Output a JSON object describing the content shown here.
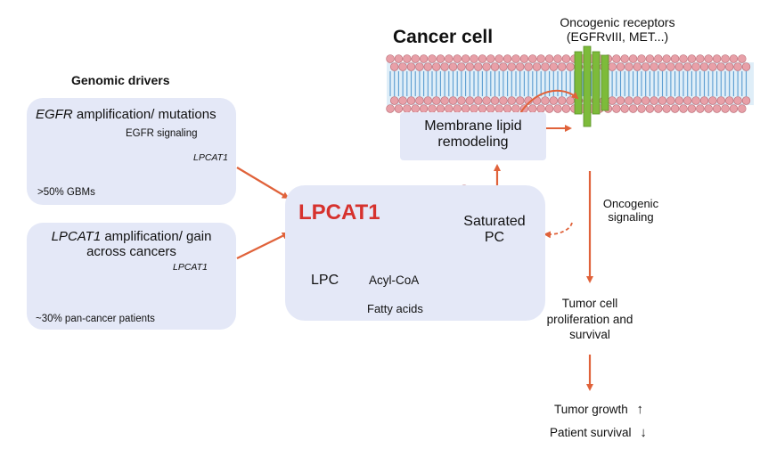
{
  "title": "Cancer cell",
  "receptors": {
    "line1": "Oncogenic receptors",
    "line2": "(EGFRvIII, MET...)"
  },
  "membrane_box": {
    "line1": "Membrane lipid",
    "line2": "remodeling"
  },
  "genomic_drivers": {
    "heading": "Genomic drivers",
    "egfr_box": {
      "gene": "EGFR",
      "title_rest": " amplification/ mutations",
      "signaling": "EGFR signaling",
      "target_gene": "LPCAT1",
      "stat": ">50% GBMs"
    },
    "lpcat1_box": {
      "gene": "LPCAT1",
      "title_rest": " amplification/ gain",
      "title_line2": "across cancers",
      "target_gene": "LPCAT1",
      "stat": "~30% pan-cancer patients"
    }
  },
  "central": {
    "enzyme": "LPCAT1",
    "substrate": "LPC",
    "cofactor": "Acyl-CoA",
    "source": "Fatty acids",
    "product_line1": "Saturated",
    "product_line2": "PC"
  },
  "signaling": {
    "line1": "Oncogenic",
    "line2": "signaling"
  },
  "outcome": {
    "line1": "Tumor cell",
    "line2": "proliferation and",
    "line3": "survival"
  },
  "results": {
    "growth": "Tumor growth",
    "growth_arrow": "↑",
    "survival": "Patient survival",
    "survival_arrow": "↓"
  },
  "colors": {
    "accent_red": "#d6322e",
    "arrow_orange": "#e0623a",
    "box_fill": "#e4e8f7",
    "lipid_head": "#e8a0a8",
    "receptor_green": "#7dbb3a",
    "dna_teal": "#4aa6a0",
    "chromosome_blue": "#2e58b8"
  }
}
